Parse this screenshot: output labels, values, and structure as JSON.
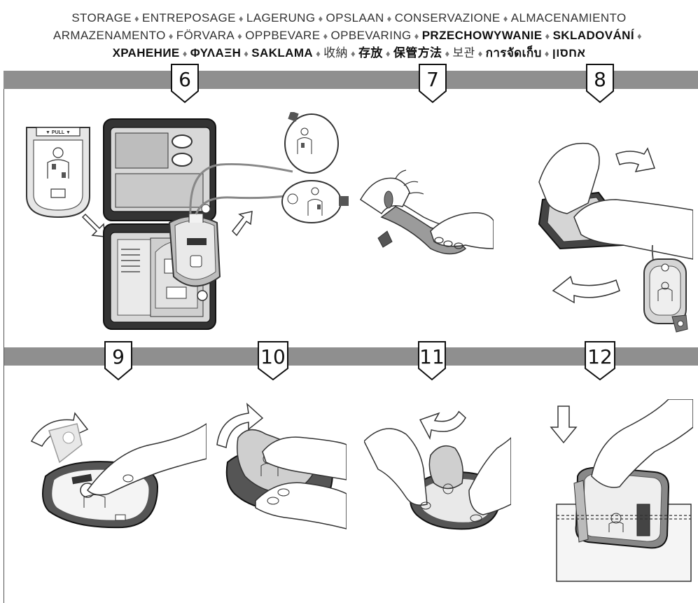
{
  "header": {
    "line1": [
      {
        "text": "STORAGE",
        "bold": false
      },
      {
        "text": "ENTREPOSAGE",
        "bold": false
      },
      {
        "text": "LAGERUNG",
        "bold": false
      },
      {
        "text": "OPSLAAN",
        "bold": false
      },
      {
        "text": "CONSERVAZIONE",
        "bold": false
      },
      {
        "text": "ALMACENAMIENTO",
        "bold": false
      }
    ],
    "line2": [
      {
        "text": "ARMAZENAMENTO",
        "bold": false
      },
      {
        "text": "FÖRVARA",
        "bold": false
      },
      {
        "text": "OPPBEVARE",
        "bold": false
      },
      {
        "text": "OPBEVARING",
        "bold": false
      },
      {
        "text": "PRZECHOWYWANIE",
        "bold": true
      },
      {
        "text": "SKLADOVÁNÍ",
        "bold": true
      }
    ],
    "line3": [
      {
        "text": "ХРАНЕНИЕ",
        "bold": true
      },
      {
        "text": "ΦΥΛΑΞΗ",
        "bold": true
      },
      {
        "text": "SAKLAMA",
        "bold": true
      },
      {
        "text": "收納",
        "bold": false
      },
      {
        "text": "存放",
        "bold": true
      },
      {
        "text": "保管方法",
        "bold": true
      },
      {
        "text": "보관",
        "bold": false
      },
      {
        "text": "การจัดเก็บ",
        "bold": true
      },
      {
        "text": "אחסון",
        "bold": true
      }
    ],
    "separator": "♦"
  },
  "steps": {
    "s6": "6",
    "s7": "7",
    "s8": "8",
    "s9": "9",
    "s10": "10",
    "s11": "11",
    "s12": "12"
  },
  "cartridge": {
    "pull_label": "▼ PULL ▼"
  },
  "colors": {
    "band": "#8f8f8f",
    "case": "#2f2f2f",
    "device_tint": "#d9d9d9",
    "pad_tab": "#555555"
  }
}
